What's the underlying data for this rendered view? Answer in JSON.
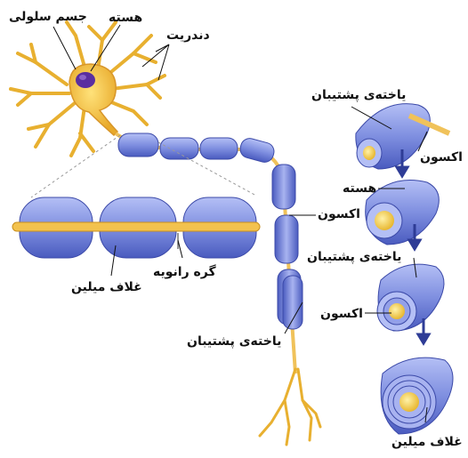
{
  "labels": {
    "cell_body": "جسم سلولی",
    "nucleus_top": "هسته",
    "dendrites": "دندریت",
    "schwann_top": "یاخته‌ی پشتیبان",
    "axon_right_top": "اکسون",
    "nucleus_right": "هسته",
    "axon_mid": "اکسون",
    "schwann_right_mid": "یاخته‌ی پشتیبان",
    "node_ranvier": "گره رانویه",
    "myelin_left": "غلاف میلین",
    "axon_right_mid": "اکسون",
    "schwann_bottom": "یاخته‌ی پشتیبان",
    "myelin_right": "غلاف میلین"
  },
  "colors": {
    "neuron_body": "#f2c43a",
    "nucleus": "#5a2ea0",
    "myelin": "#7f8fe0",
    "myelin_dark": "#4a5bbf",
    "axon": "#f0c25a",
    "arrow": "#2e3c96"
  }
}
